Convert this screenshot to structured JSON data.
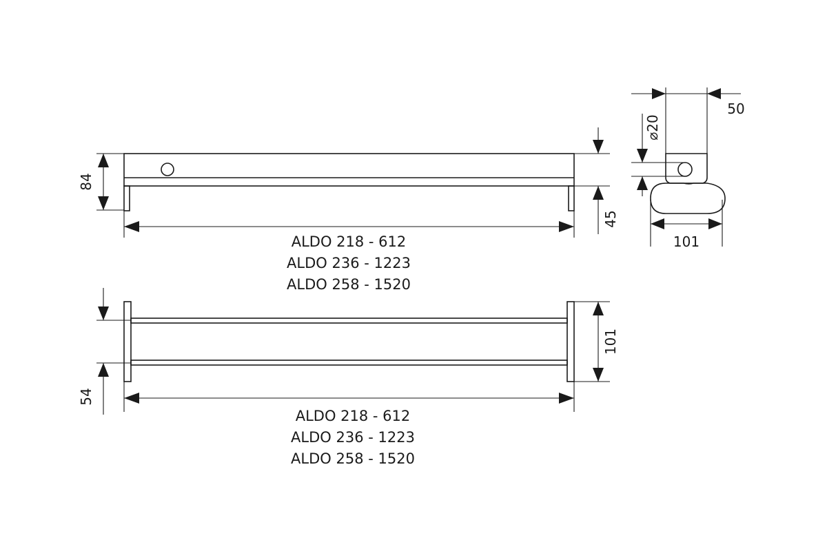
{
  "front_view": {
    "height_dimension": "84",
    "rail_dimension": "45",
    "length_table": [
      "ALDO 218 - 612",
      "ALDO 236 - 1223",
      "ALDO 258 - 1520"
    ]
  },
  "side_view": {
    "depth_dimension": "50",
    "diameter_dimension": "⌀20",
    "width_dimension": "101"
  },
  "top_view": {
    "spacing_dimension": "54",
    "depth_dimension": "101",
    "length_table": [
      "ALDO 218 - 612",
      "ALDO 236 - 1223",
      "ALDO 258 - 1520"
    ]
  }
}
